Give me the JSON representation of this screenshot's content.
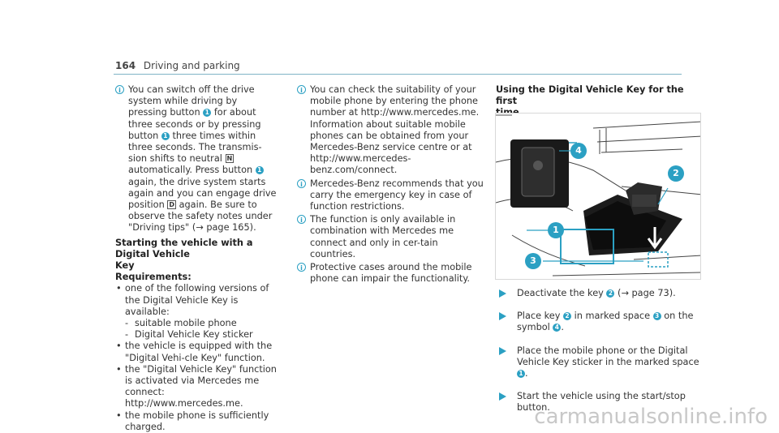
{
  "header": {
    "page_number": "164",
    "section": "Driving and parking"
  },
  "colors": {
    "accent": "#2ba0c3",
    "rule": "#7fb4c6"
  },
  "col1": {
    "note_lines": [
      "You can switch off the drive system while",
      "driving by pressing button",
      "for about three",
      "seconds or by pressing button",
      "three",
      "times within three seconds. The transmis-",
      "sion shifts to neutral",
      "automatically. Press",
      "button",
      "again, the drive system starts",
      "again and you can engage drive position",
      "again. Be sure to observe the safety notes",
      "under \"Driving tips\" (",
      "page 165)."
    ],
    "heading_lines": [
      "Starting the vehicle with a Digital Vehicle",
      "Key"
    ],
    "requirements": "Requirements:",
    "bullet1": "one of the following versions of the Digital Vehicle Key is available:",
    "dash1": "suitable mobile phone",
    "dash2": "Digital Vehicle Key sticker",
    "bullet2": "the vehicle is equipped with the \"Digital Vehi-cle Key\" function.",
    "bullet3": "the \"Digital Vehicle Key\" function is activated via Mercedes me connect: http://www.mercedes.me.",
    "bullet4": "the mobile phone is sufficiently charged."
  },
  "col2": {
    "note1": "You can check the suitability of your mobile phone by entering the phone number at http://www.mercedes.me. Information about suitable mobile phones can be obtained from your Mercedes-Benz service centre or at http://www.mercedes-benz.com/connect.",
    "note2": "Mercedes-Benz recommends that you carry the emergency key in case of function restrictions.",
    "note3": "The function is only available in combination with Mercedes me connect and only in cer-tain countries.",
    "note4": "Protective cases around the mobile phone can impair the functionality."
  },
  "col3": {
    "heading_lines": [
      "Using the Digital Vehicle Key for the first",
      "time"
    ],
    "figure_labels": [
      "1",
      "2",
      "3",
      "4"
    ],
    "step1_a": "Deactivate the key",
    "step1_b": "(",
    "step1_c": "page 73).",
    "step2_a": "Place key",
    "step2_b": "in marked space",
    "step2_c": "on the",
    "step2_d": "symbol",
    "step3_a": "Place the mobile phone or the Digital Vehicle Key sticker in the marked space",
    "step4": "Start the vehicle using the start/stop button."
  },
  "symbols": {
    "n": "N",
    "d": "D",
    "i": "i",
    "arrow": "→"
  },
  "numbers": {
    "n1": "1",
    "n2": "2",
    "n3": "3",
    "n4": "4"
  },
  "watermark": "carmanualsonline.info"
}
